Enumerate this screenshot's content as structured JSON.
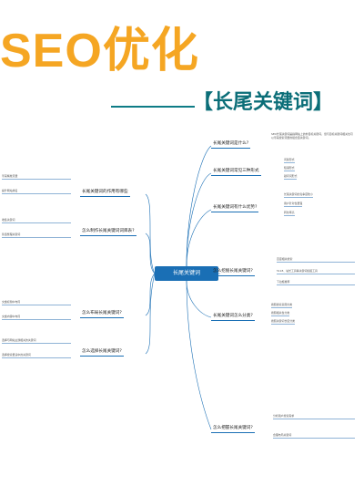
{
  "header": {
    "title": "SEO优化",
    "subtitle": "【长尾关键词】"
  },
  "mindmap": {
    "center": "长尾关键词",
    "branches": [
      {
        "label": "长尾关键词是什么?",
        "leaves": [
          "SEO长尾关键词是指网站上的非目标关键词，但与目标关键词相关也可以带来搜索流量的组合型关键词。"
        ]
      },
      {
        "label": "长尾关键词常见三种形式",
        "leaves": [
          "问答形式",
          "短语形式",
          "疑问词形式"
        ]
      },
      {
        "label": "长尾关键词有什么优势?",
        "leaves": [
          "长尾关键词的竞争度较小",
          "用户针对性更强",
          "转化率高"
        ]
      },
      {
        "label": "怎么挖掘长尾关键词?",
        "leaves": [
          "百度相关搜索",
          "5118、站长工具等关键词挖掘工具",
          "下拉框推荐"
        ]
      },
      {
        "label": "长尾关键词怎么分类?",
        "leaves": [
          "按照搜索意图分类",
          "按照相关性分类",
          "按照关键词长度分类"
        ]
      },
      {
        "label": "怎么把握长尾关键词?",
        "leaves": [
          "分析用户搜索需求",
          "合理布局关键词"
        ]
      },
      {
        "label": "长尾关键词的作用有哪些",
        "leaves": [
          "带来精准流量",
          "提升网站排名"
        ]
      },
      {
        "label": "怎么制作长尾关键词词库表?",
        "leaves": [
          "收集关键词",
          "筛选整理关键词"
        ]
      },
      {
        "label": "怎么布局长尾关键词?",
        "leaves": [
          "文章标题中布局",
          "文章内容中布局"
        ]
      },
      {
        "label": "怎么选择长尾关键词?",
        "leaves": [
          "选择与网站主题相关的关键词",
          "选择搜索量适中的关键词"
        ]
      }
    ]
  }
}
